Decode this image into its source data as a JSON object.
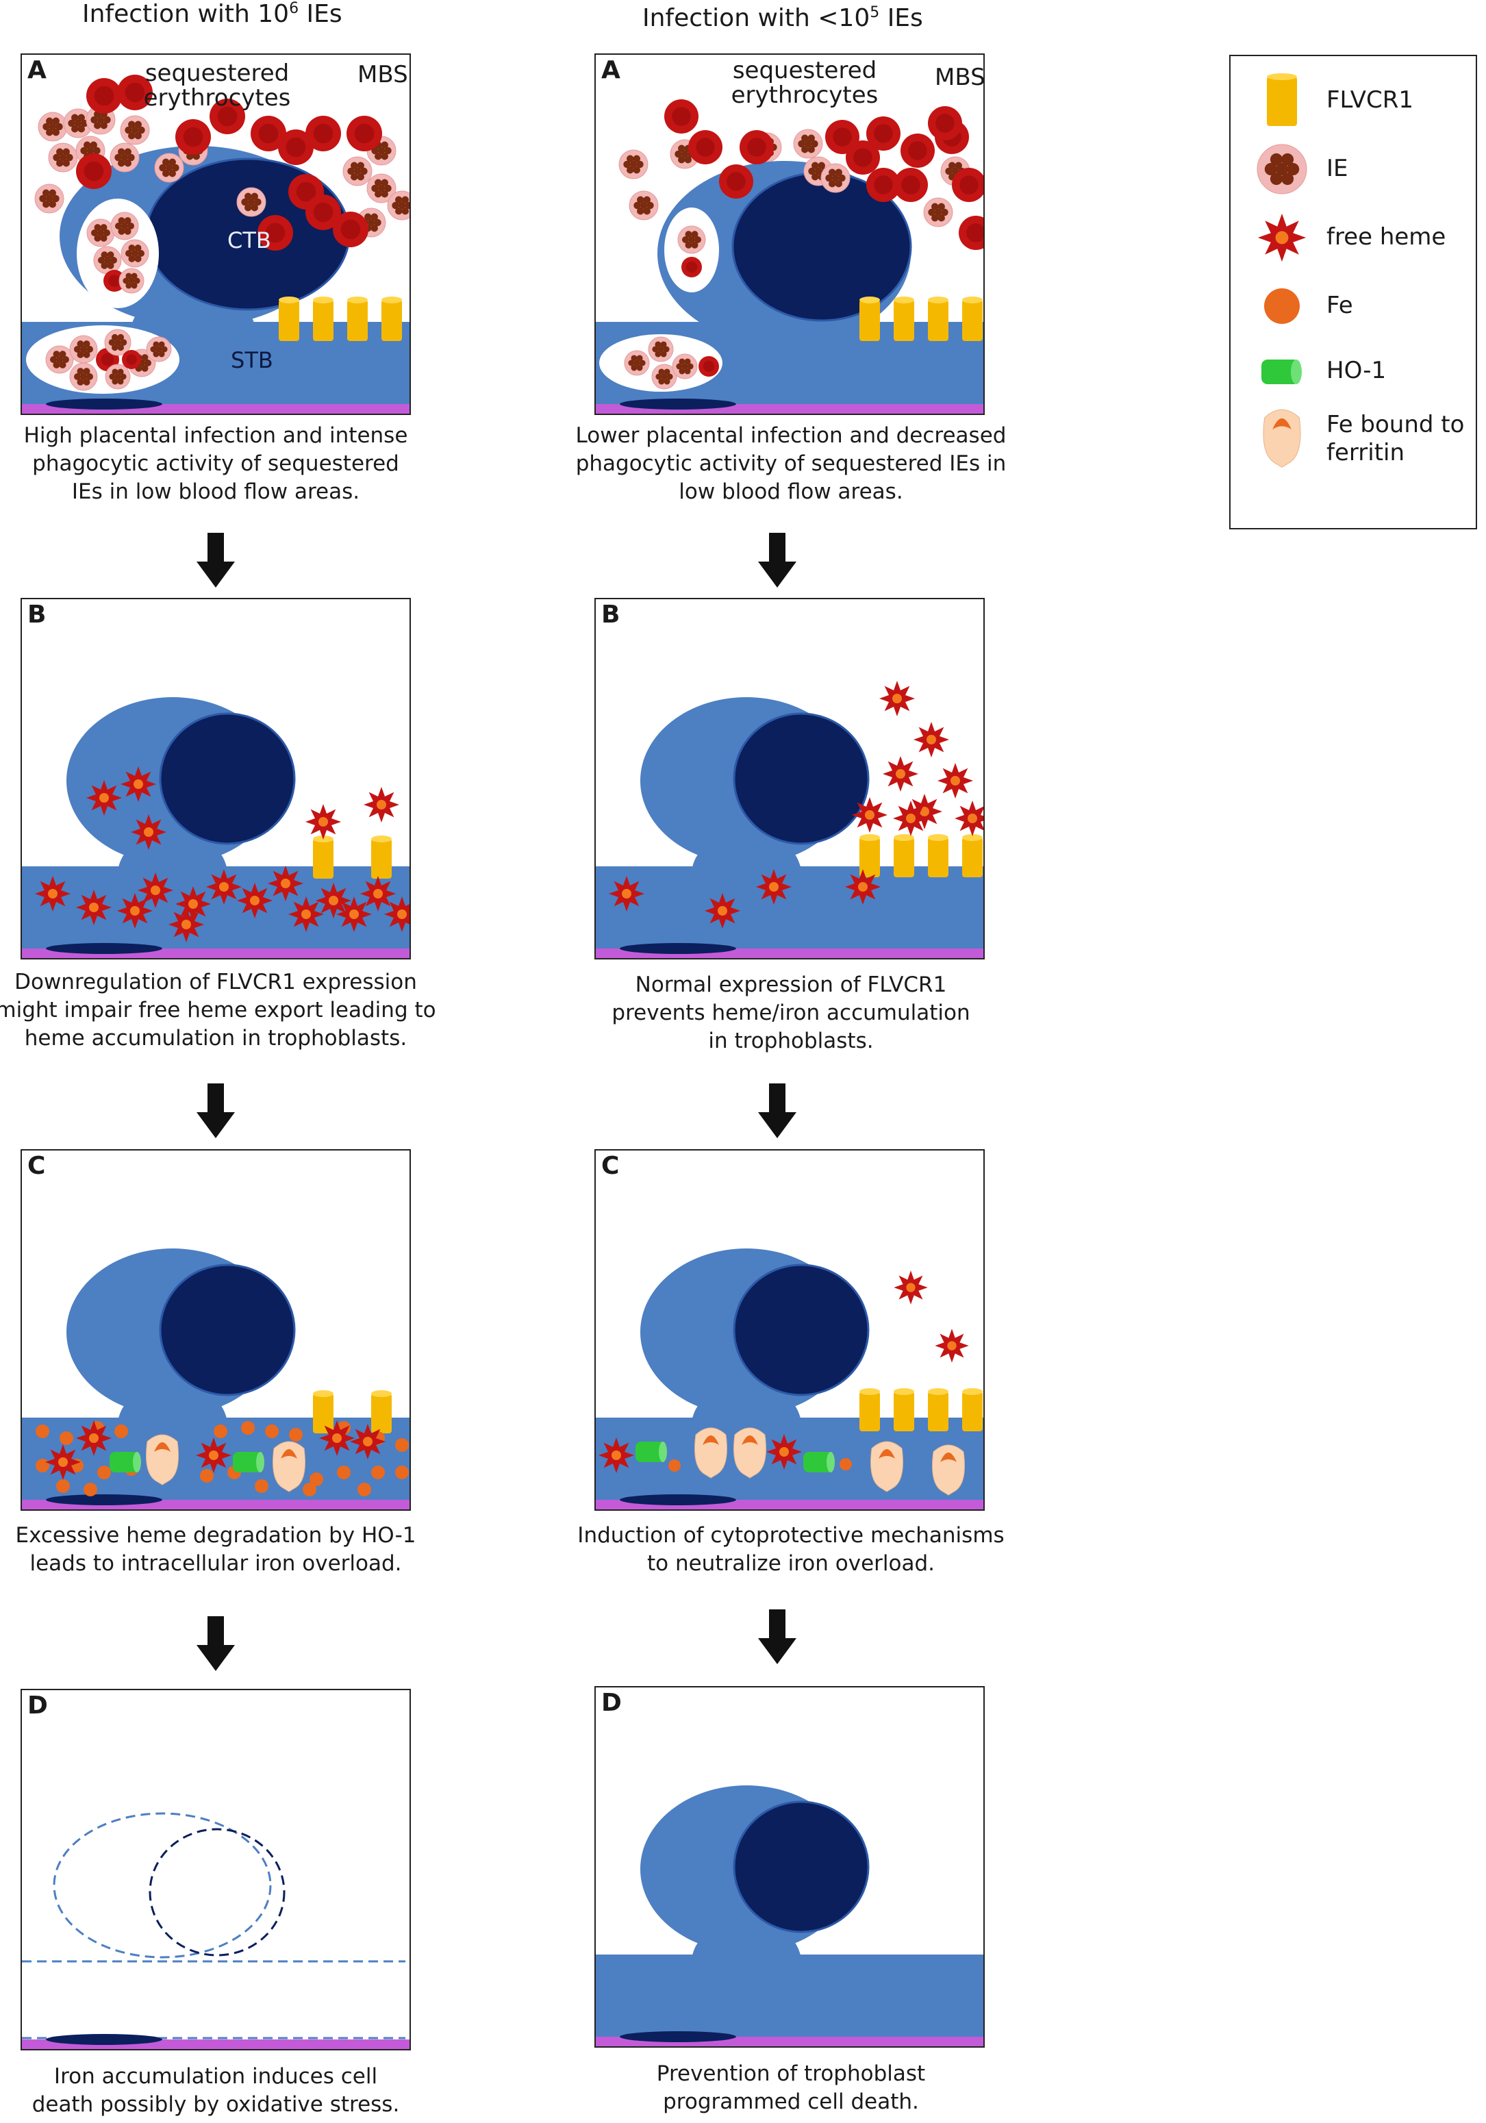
{
  "columns": {
    "left": {
      "title": "Infection with 10",
      "title_sup": "6",
      "title_suffix": " IEs"
    },
    "right": {
      "title": "Infection with <10",
      "title_sup": "5",
      "title_suffix": " IEs"
    }
  },
  "panel_labels": {
    "sequestered": "sequestered\nerythrocytes",
    "mbs": "MBS",
    "ctb": "CTB",
    "stb": "STB"
  },
  "letters": {
    "a": "A",
    "b": "B",
    "c": "C",
    "d": "D"
  },
  "captions": {
    "left_a": "High placental infection and intense\nphagocytic activity of sequestered\nIEs in low blood flow areas.",
    "left_b": "Downregulation of FLVCR1 expression\nmight impair free heme export leading to\nheme accumulation in trophoblasts.",
    "left_c": "Excessive heme degradation by HO-1\nleads to intracellular  iron overload.",
    "left_d": "Iron accumulation induces cell\ndeath possibly by oxidative stress.",
    "right_a": "Lower placental infection and decreased\nphagocytic activity of sequestered IEs in\nlow blood flow areas.",
    "right_b": "Normal expression of FLVCR1\nprevents heme/iron accumulation\nin trophoblasts.",
    "right_c": "Induction of cytoprotective mechanisms\nto neutralize iron overload.",
    "right_d": "Prevention of trophoblast\nprogrammed cell death."
  },
  "legend": [
    {
      "icon": "flvcr1-icon",
      "label": "FLVCR1"
    },
    {
      "icon": "ie-icon",
      "label": "IE"
    },
    {
      "icon": "free-heme-icon",
      "label": "free heme"
    },
    {
      "icon": "fe-icon",
      "label": "Fe"
    },
    {
      "icon": "ho1-icon",
      "label": "HO-1"
    },
    {
      "icon": "ferritin-icon",
      "label": "Fe bound to\nferritin"
    }
  ],
  "colors": {
    "cell_blue": "#4d7fc3",
    "nucleus": "#0b1f5c",
    "membrane": "#c35bd8",
    "flvcr1": "#f5b800",
    "erythrocyte": "#c41414",
    "ie_outer": "#f2b7b7",
    "ie_dot": "#7a2b10",
    "heme": "#c41414",
    "heme_core": "#f47a20",
    "fe": "#e9691e",
    "ho1": "#2ec83a",
    "ferritin": "#fbd3b0",
    "ferritin_fe": "#e9691e"
  }
}
